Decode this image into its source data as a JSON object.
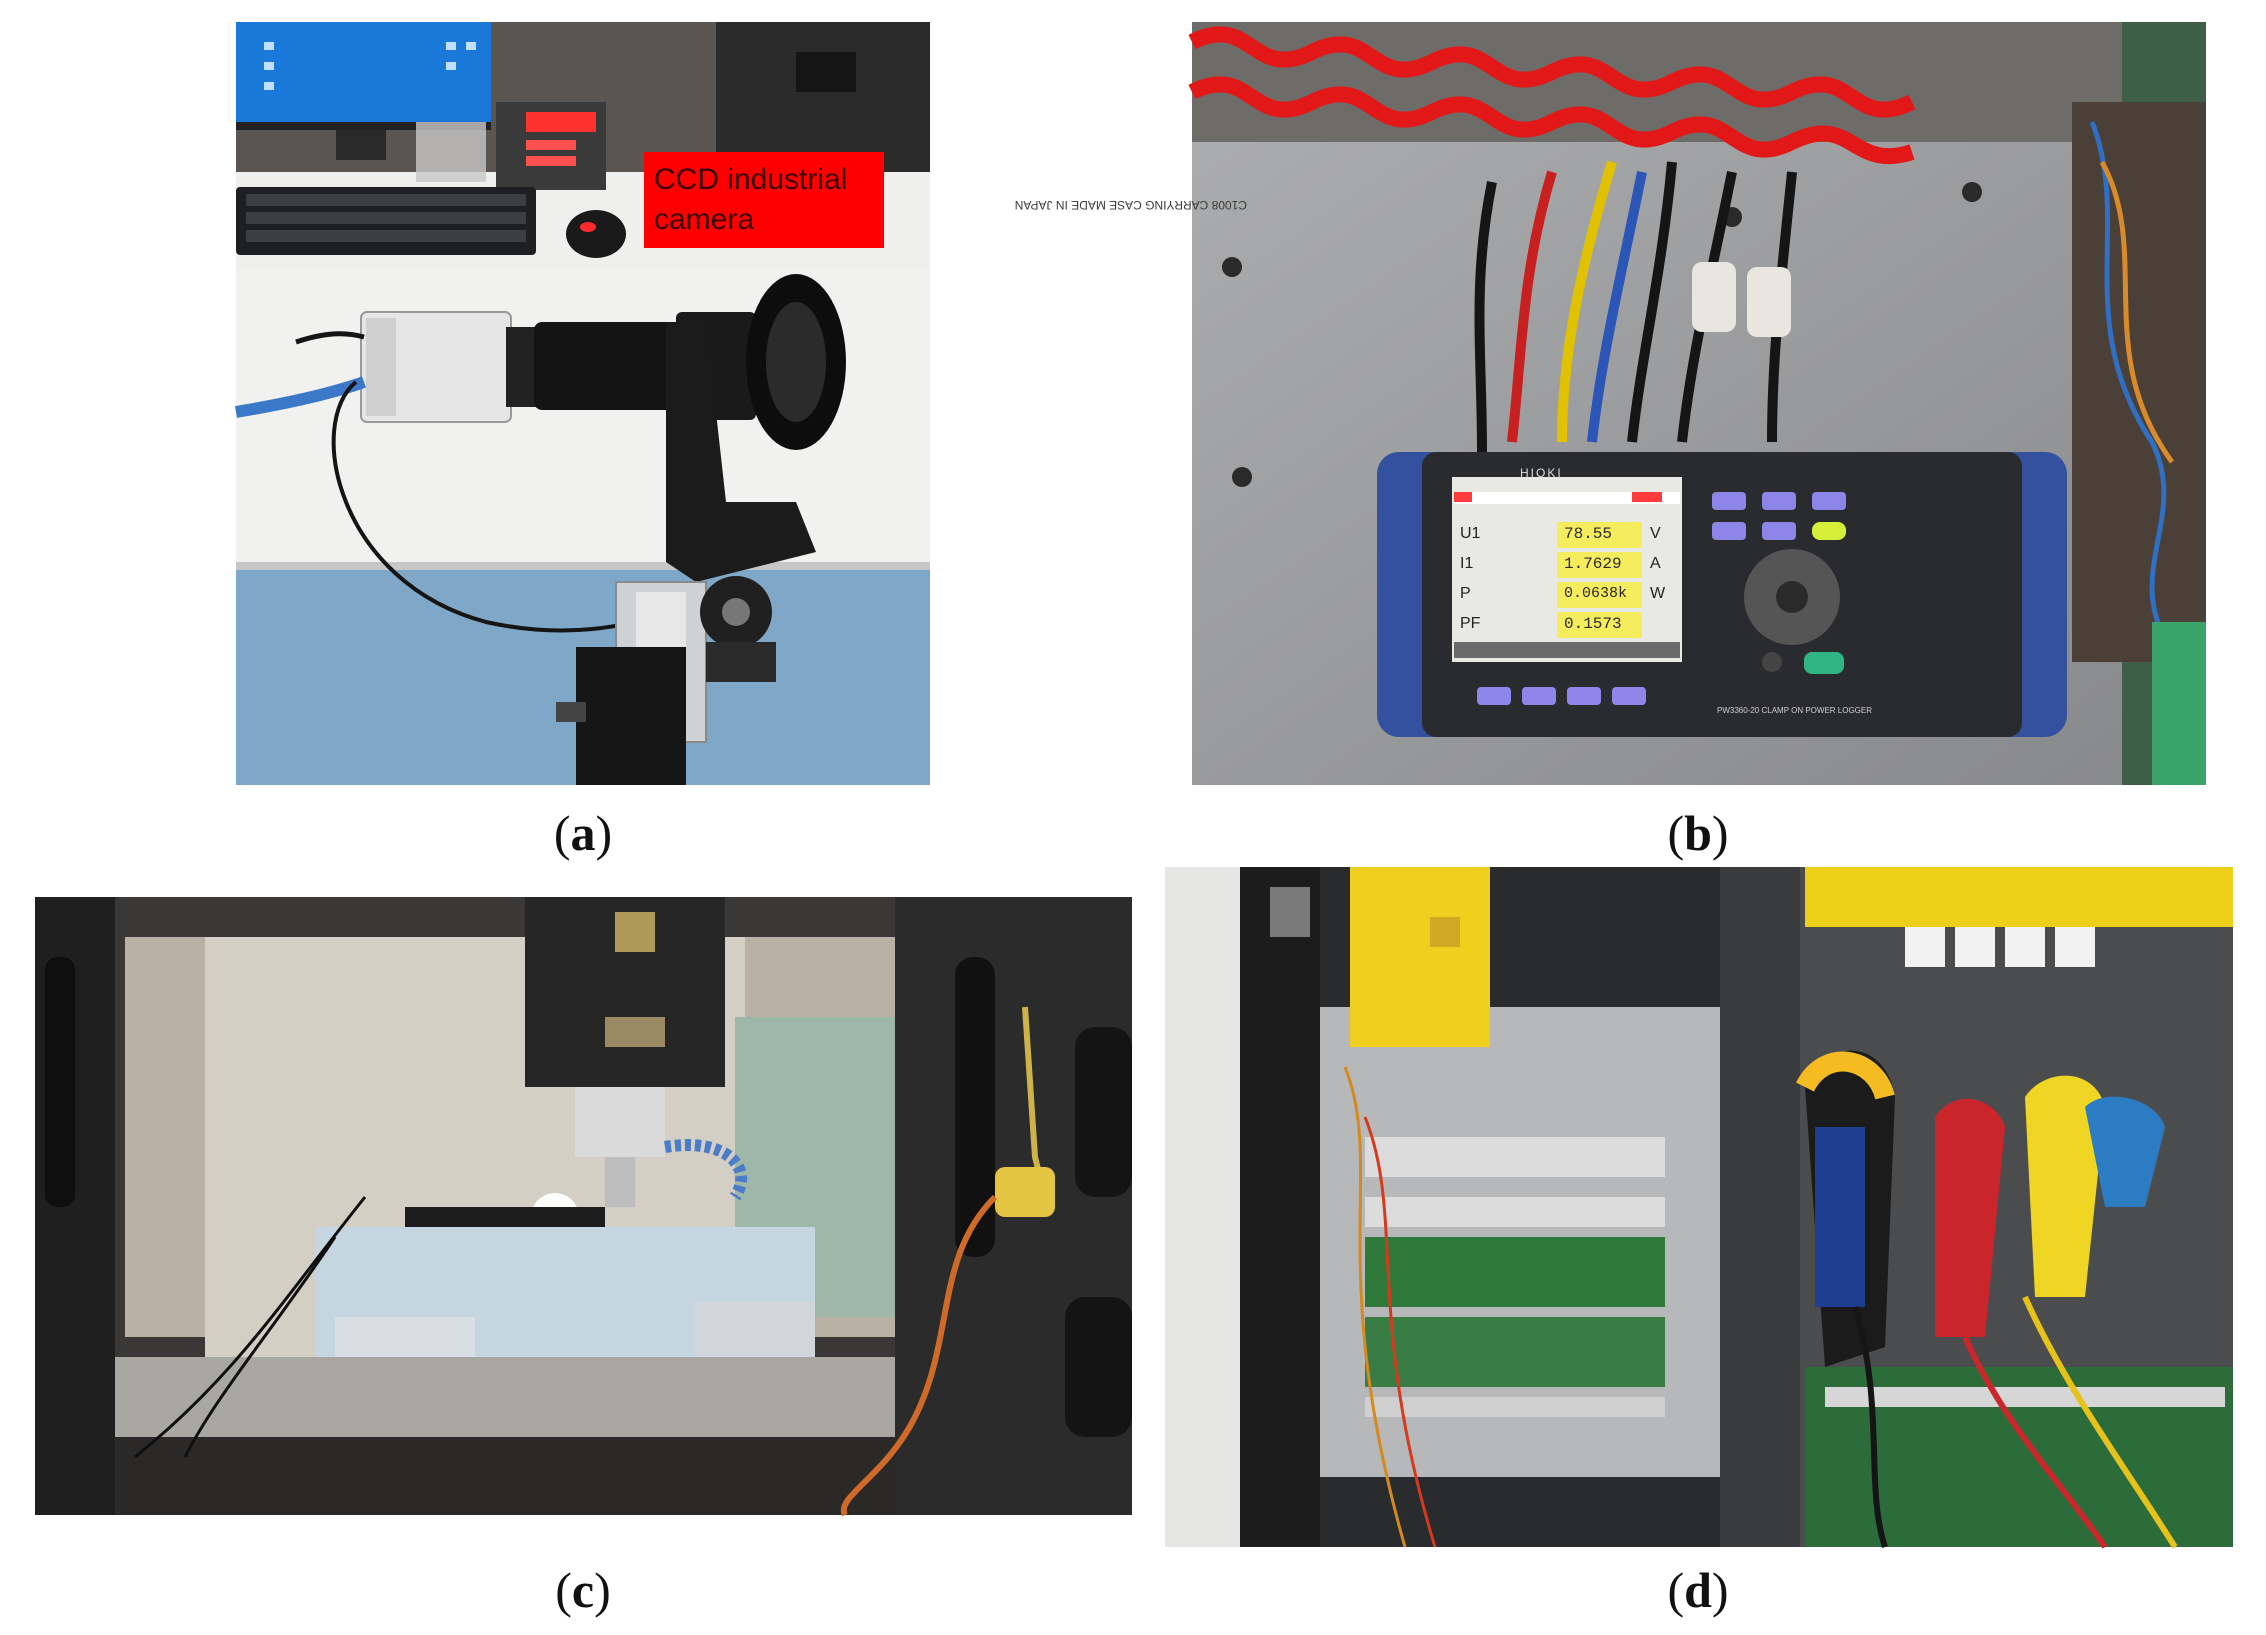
{
  "panels": [
    {
      "id": "a",
      "caption_letter": "a",
      "label": "CCD industrial camera"
    },
    {
      "id": "b",
      "caption_letter": "b"
    },
    {
      "id": "c",
      "caption_letter": "c"
    },
    {
      "id": "d",
      "caption_letter": "d"
    }
  ],
  "meter": {
    "brand": "HIOKI",
    "rows": [
      {
        "name": "U1",
        "value": "78.55",
        "unit": "V"
      },
      {
        "name": "I1",
        "value": "1.7629",
        "unit": "A"
      },
      {
        "name": "P",
        "value": "0.0638k",
        "unit": "W"
      },
      {
        "name": "PF",
        "value": "0.1573",
        "unit": ""
      }
    ],
    "model": "PW3360-20 CLAMP ON POWER LOGGER",
    "case_text": "C1008 CARRYING CASE  MADE IN JAPAN"
  },
  "colors": {
    "label_bg": "#ff0000",
    "meter_blue": "#2f4fa6",
    "fanuc_yellow": "#f2d31c"
  }
}
